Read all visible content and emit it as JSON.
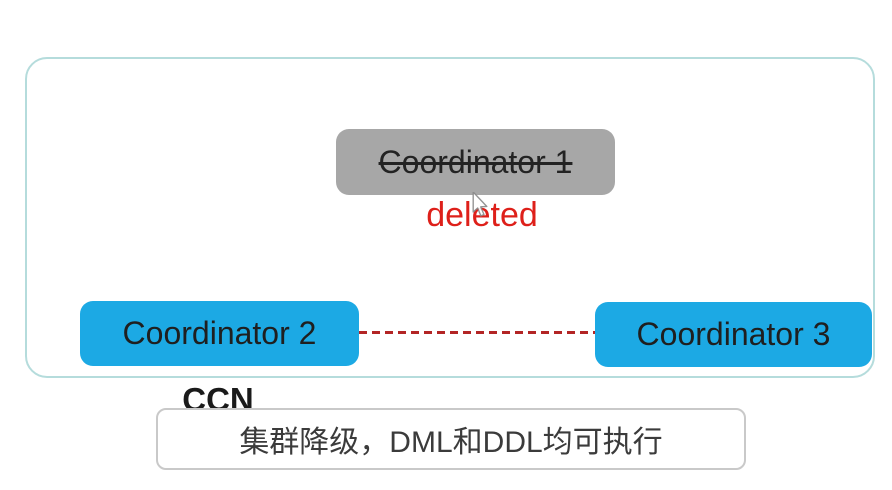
{
  "diagram": {
    "coordinator1_label": "Coordinator 1",
    "deleted_label": "deleted",
    "coordinator2_label": "Coordinator 2",
    "coordinator3_label": "Coordinator 3",
    "ccn_label": "CCN"
  },
  "caption": {
    "text": "集群降级，DML和DDL均可执行"
  },
  "icons": {
    "cursor": "mouse-pointer-arrow"
  },
  "colors": {
    "node_blue": "#1ca9e4",
    "node_gray": "#a7a7a7",
    "deleted_red": "#de201a",
    "dash_red": "#b32525",
    "panel_border": "#b5dcdc",
    "caption_border": "#c9c9c9",
    "text_dark": "#1f1f1f",
    "caption_text": "#3b3b3b"
  }
}
